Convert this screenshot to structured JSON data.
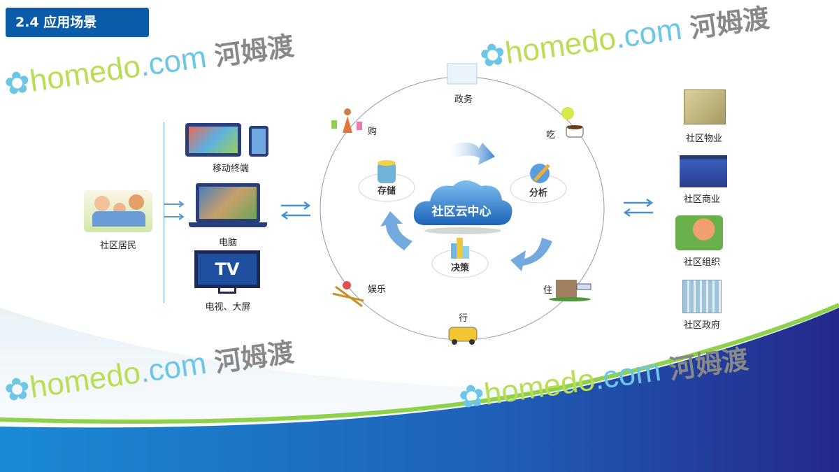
{
  "title": "2.4 应用场景",
  "watermark": {
    "brand_a": "homedo",
    "brand_b": ".com",
    "brand_cn": "河姆渡"
  },
  "left": {
    "residents": "社区居民",
    "devices": [
      {
        "label": "移动终端"
      },
      {
        "label": "电脑"
      },
      {
        "label": "电视、大屏",
        "screen_text": "TV"
      }
    ]
  },
  "center": {
    "hub": "社区云中心",
    "functions": [
      "存储",
      "分析",
      "决策"
    ],
    "ring": {
      "gov": "政务",
      "shop": "购",
      "eat": "吃",
      "ent": "娱乐",
      "live": "住",
      "travel": "行"
    }
  },
  "right": {
    "items": [
      {
        "label": "社区物业"
      },
      {
        "label": "社区商业"
      },
      {
        "label": "社区组织"
      },
      {
        "label": "社区政府"
      }
    ]
  },
  "colors": {
    "title_bg": "#0a5ca8",
    "cloud": "#3a8fd8",
    "arrow": "#4a90d4",
    "swoosh_green": "#8ed14a",
    "swoosh_blue": "#1f3f99"
  }
}
